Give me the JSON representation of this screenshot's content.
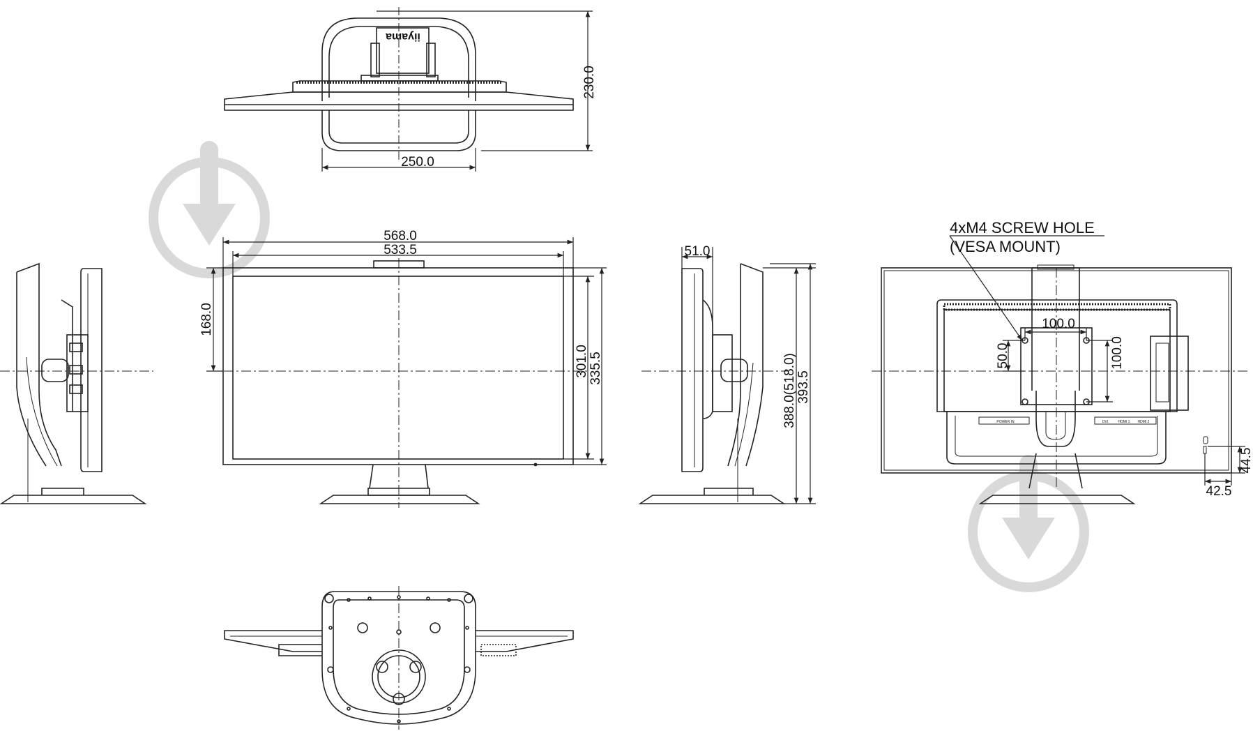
{
  "colors": {
    "line": "#222222",
    "watermark": "#d9d9d9",
    "background": "#ffffff"
  },
  "icons": {
    "watermark": "download-arrow-circle-icon"
  },
  "views": {
    "top": {
      "brand": "iiyama",
      "width": "250.0",
      "depth": "230.0"
    },
    "front": {
      "outer_width": "568.0",
      "screen_width": "533.5",
      "screen_height": "301.0",
      "outer_height": "335.5",
      "top_to_center": "168.0"
    },
    "side": {
      "depth": "51.0",
      "height_range": "388.0(518.0)",
      "max_height": "393.5"
    },
    "rear": {
      "note_line1": "4xM4 SCREW HOLE",
      "note_line2": "(VESA MOUNT)",
      "vesa_width": "100.0",
      "vesa_half_height": "50.0",
      "vesa_height": "100.0",
      "lock_height": "44.5",
      "lock_offset": "42.5",
      "port_power": "POWER IN",
      "port_dvi": "DVI",
      "port_hdmi1": "HDMI 1",
      "port_hdmi2": "HDMI 2"
    }
  }
}
